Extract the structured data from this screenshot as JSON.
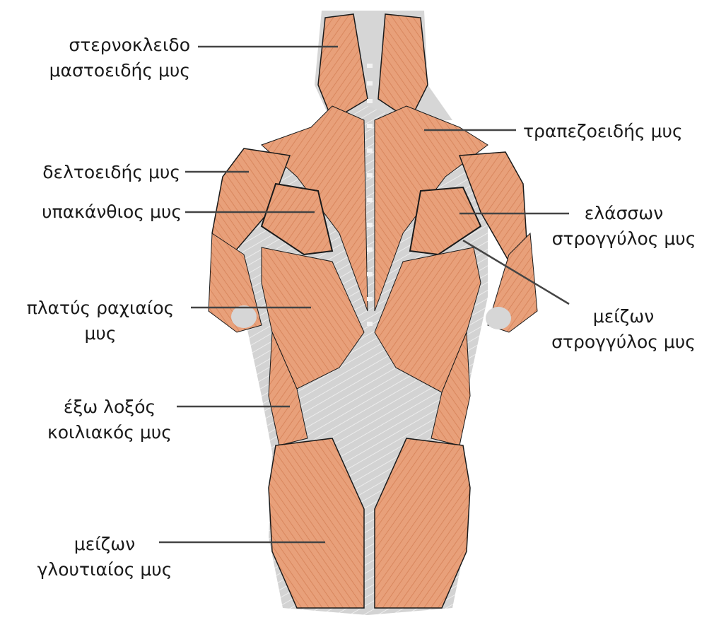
{
  "labels": {
    "scm": [
      "στερνοκλειδο",
      "μαστοειδής μυς"
    ],
    "trapezius": [
      "τραπεζοειδής μυς"
    ],
    "deltoid": [
      "δελτοειδής μυς"
    ],
    "infraspinatus": [
      "υπακάνθιος μυς"
    ],
    "teres_minor": [
      "ελάσσων",
      "στρογγύλος μυς"
    ],
    "latissimus": [
      "πλατύς ραχιαίος",
      "μυς"
    ],
    "teres_major": [
      "μείζων",
      "στρογγύλος μυς"
    ],
    "external_oblique": [
      "έξω λοξός",
      "κοιλιακός μυς"
    ],
    "gluteus_maximus": [
      "μείζων",
      "γλουτιαίος μυς"
    ]
  },
  "colors": {
    "muscle": "#e8a07a",
    "muscle_dark": "#d9875e",
    "tendon": "#cfcfcf",
    "outline": "#1a1a1a",
    "leader": "#444444"
  }
}
